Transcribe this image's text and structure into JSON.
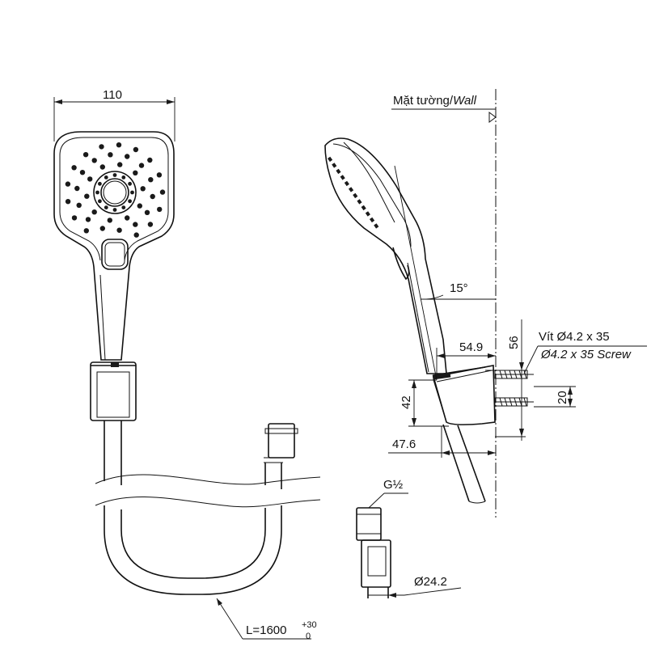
{
  "front_view": {
    "width_label": "110",
    "hose_length_label": "L=1600",
    "tol_plus": "+30",
    "tol_minus": "0"
  },
  "side_view": {
    "wall_label_vn": "Mặt tường/",
    "wall_label_en": "Wall",
    "angle_label": "15°",
    "screw_label_vn": "Vít Ø4.2 x 35",
    "screw_label_en": "Ø4.2 x 35 Screw",
    "dim_549": "54.9",
    "dim_56": "56",
    "dim_42": "42",
    "dim_20": "20",
    "dim_476": "47.6"
  },
  "connector": {
    "thread_label": "G½",
    "diameter_label": "Ø24.2"
  }
}
